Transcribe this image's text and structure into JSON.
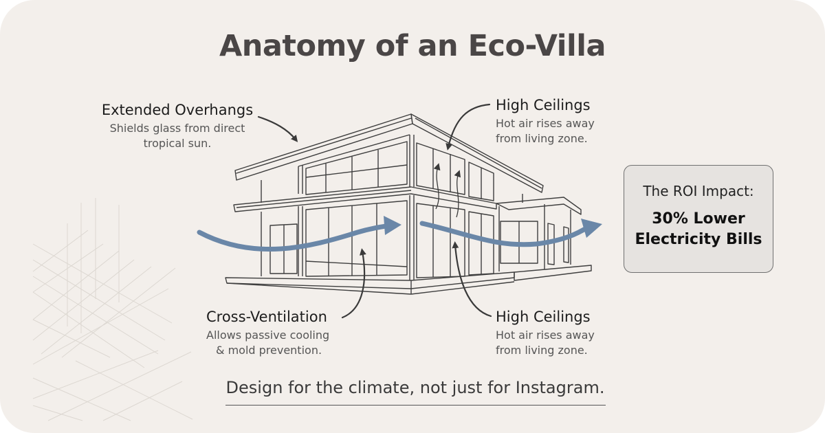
{
  "title": "Anatomy of an Eco-Villa",
  "callouts": {
    "overhangs": {
      "heading": "Extended Overhangs",
      "line1": "Shields glass from direct",
      "line2": "tropical sun."
    },
    "ceilings_top": {
      "heading": "High Ceilings",
      "line1": "Hot air rises away",
      "line2": "from living zone."
    },
    "ventilation": {
      "heading": "Cross-Ventilation",
      "line1": "Allows passive cooling",
      "line2": "& mold prevention."
    },
    "ceilings_bottom": {
      "heading": "High Ceilings",
      "line1": "Hot air rises away",
      "line2": "from living zone."
    }
  },
  "roi": {
    "label": "The ROI Impact:",
    "value_line1": "30% Lower",
    "value_line2": "Electricity Bills"
  },
  "tagline": "Design for the climate, not just for Instagram.",
  "icons": {
    "airflow": "airflow-arrow-icon",
    "pointer": "pointer-arrow-icon",
    "heat_rise": "heat-rise-arrow-icon"
  },
  "colors": {
    "background": "#f3efeb",
    "airflow_blue": "#6a87a8",
    "line_dark": "#3a3a3a",
    "roi_box_fill": "#e6e3e0"
  }
}
